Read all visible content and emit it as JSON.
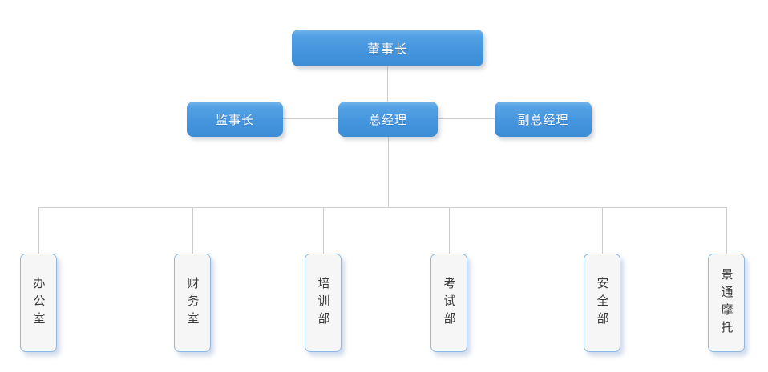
{
  "org_chart": {
    "type": "tree",
    "root": {
      "id": "chairman",
      "label": "董事长"
    },
    "level2": [
      {
        "id": "supervisor",
        "label": "监事长",
        "reports_to": "chairman"
      },
      {
        "id": "general-manager",
        "label": "总经理",
        "reports_to": "chairman"
      },
      {
        "id": "deputy-general-manager",
        "label": "副总经理",
        "reports_to": "chairman"
      }
    ],
    "departments": [
      {
        "id": "office",
        "label": "办公室",
        "reports_to": "general-manager"
      },
      {
        "id": "finance",
        "label": "财务室",
        "reports_to": "general-manager"
      },
      {
        "id": "training",
        "label": "培训部",
        "reports_to": "general-manager"
      },
      {
        "id": "examination",
        "label": "考试部",
        "reports_to": "general-manager"
      },
      {
        "id": "safety",
        "label": "安全部",
        "reports_to": "general-manager"
      },
      {
        "id": "jingtong-motor",
        "label": "景通摩托",
        "reports_to": "general-manager"
      }
    ]
  },
  "colors": {
    "background": "#ffffff",
    "node_gradient_top": "#73b5ec",
    "node_gradient_bottom": "#3d8cd6",
    "node_text": "#ffffff",
    "connector": "#cccccc",
    "department_fill": "#f6f6f6",
    "department_border": "#8db9e2",
    "department_text": "#3a3a3a"
  }
}
